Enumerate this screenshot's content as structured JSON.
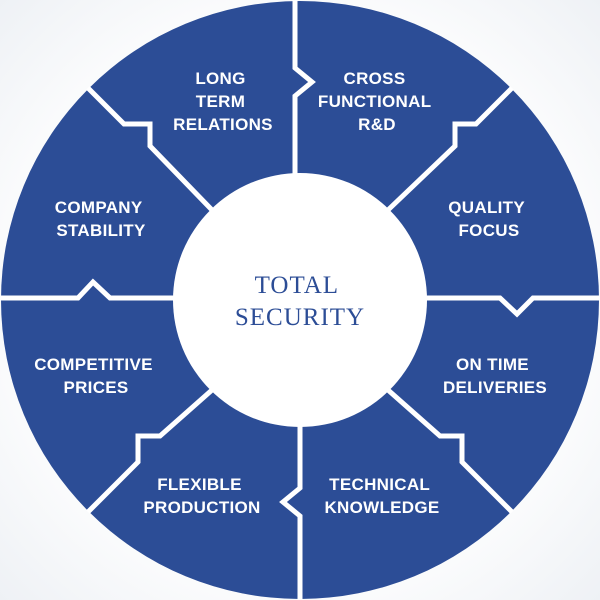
{
  "center": {
    "lines": [
      "TOTAL",
      "SECURITY"
    ]
  },
  "segments": [
    {
      "id": "long-term-relations",
      "lines": [
        "LONG",
        "TERM",
        "RELATIONS"
      ]
    },
    {
      "id": "cross-functional-rd",
      "lines": [
        "CROSS",
        "FUNCTIONAL",
        "R&D"
      ]
    },
    {
      "id": "quality-focus",
      "lines": [
        "QUALITY",
        "FOCUS"
      ]
    },
    {
      "id": "on-time-deliveries",
      "lines": [
        "ON TIME",
        "DELIVERIES"
      ]
    },
    {
      "id": "technical-knowledge",
      "lines": [
        "TECHNICAL",
        "KNOWLEDGE"
      ]
    },
    {
      "id": "flexible-production",
      "lines": [
        "FLEXIBLE",
        "PRODUCTION"
      ]
    },
    {
      "id": "competitive-prices",
      "lines": [
        "COMPETITIVE",
        "PRICES"
      ]
    },
    {
      "id": "company-stability",
      "lines": [
        "COMPANY",
        "STABILITY"
      ]
    }
  ],
  "colors": {
    "segment_fill": "#2c4d96",
    "divider": "#ffffff",
    "center_fill": "#ffffff",
    "center_text": "#2c4d96"
  }
}
